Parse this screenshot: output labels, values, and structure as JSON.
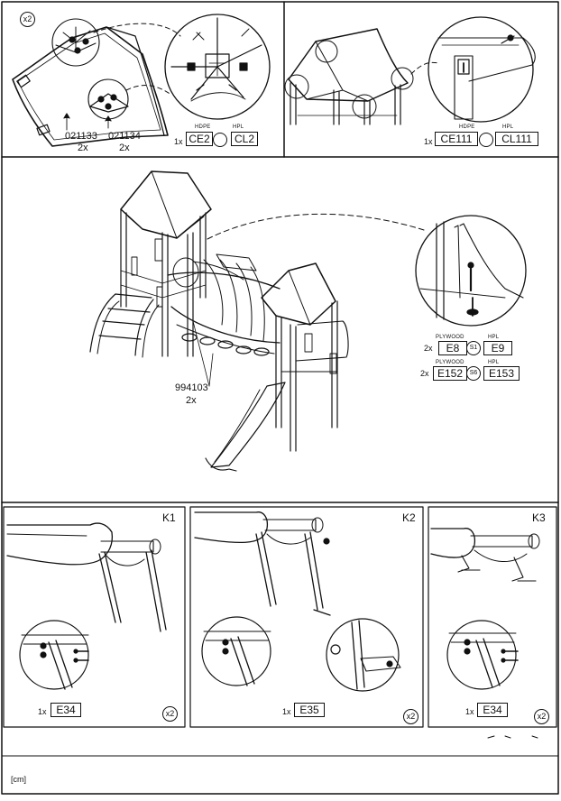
{
  "top_left": {
    "multiplier": "x2",
    "parts": [
      {
        "code": "021133",
        "qty": "2x"
      },
      {
        "code": "021134",
        "qty": "2x"
      }
    ],
    "panel_qty": "1x",
    "material_left": "HDPE",
    "material_right": "HPL",
    "code_left": "CE2",
    "code_right": "CL2"
  },
  "top_right": {
    "panel_qty": "1x",
    "material_left": "HDPE",
    "material_right": "HPL",
    "code_left": "CE111",
    "code_right": "CL111"
  },
  "middle": {
    "part_code": "994103",
    "part_qty": "2x",
    "rows": [
      {
        "qty": "2x",
        "material_left": "PLYWOOD",
        "material_right": "HPL",
        "code_left": "E8",
        "symbol": "S1",
        "code_right": "E9"
      },
      {
        "qty": "2x",
        "material_left": "PLYWOOD",
        "material_right": "HPL",
        "code_left": "E152",
        "symbol": "S6",
        "code_right": "E153"
      }
    ]
  },
  "panels": [
    {
      "id": "K1",
      "qty": "1x",
      "code": "E34",
      "count": "x2"
    },
    {
      "id": "K2",
      "qty": "1x",
      "code": "E35",
      "count": "x2"
    },
    {
      "id": "K3",
      "qty": "1x",
      "code": "E34",
      "count": "x2"
    }
  ],
  "footer": {
    "unit": "[cm]"
  }
}
